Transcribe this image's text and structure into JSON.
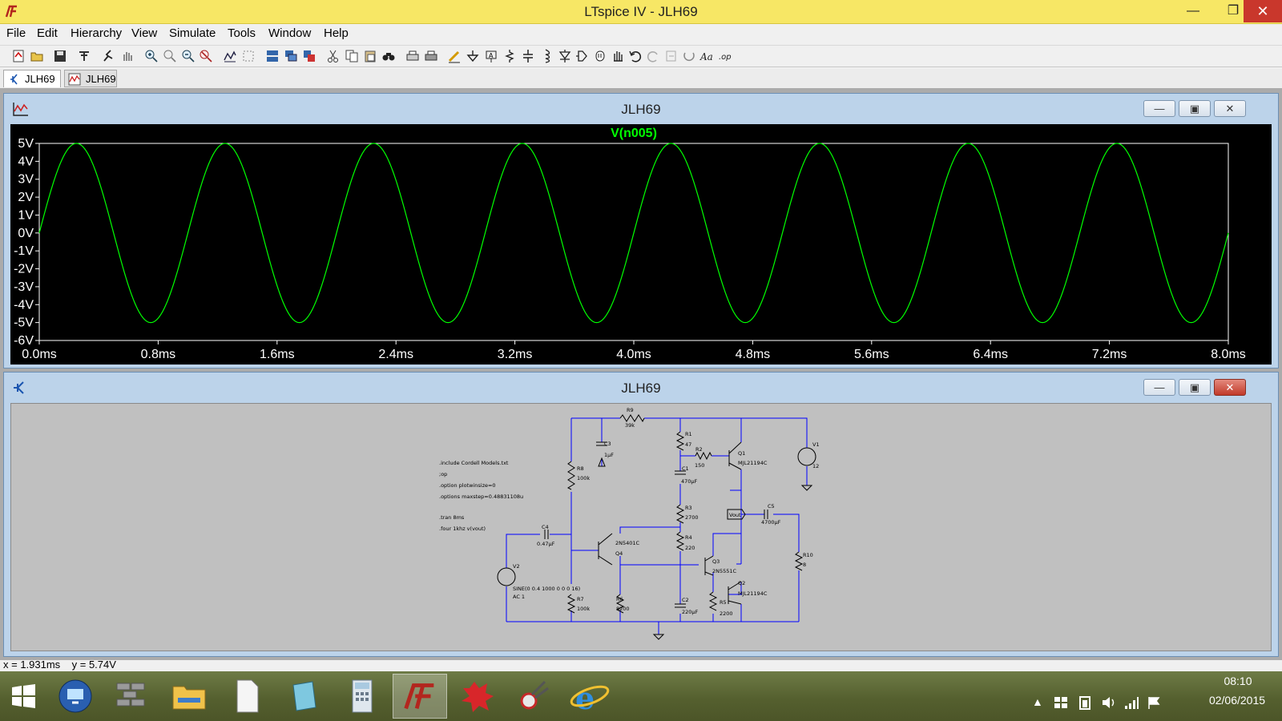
{
  "window": {
    "title": "LTspice IV - JLH69"
  },
  "menu": [
    "File",
    "Edit",
    "Hierarchy",
    "View",
    "Simulate",
    "Tools",
    "Window",
    "Help"
  ],
  "tabs": [
    {
      "label": "JLH69",
      "kind": "schematic"
    },
    {
      "label": "JLH69",
      "kind": "waveform"
    }
  ],
  "waveform_window": {
    "title": "JLH69"
  },
  "schematic_window": {
    "title": "JLH69"
  },
  "chart_data": {
    "type": "line",
    "title": "V(n005)",
    "series": [
      {
        "name": "V(n005)",
        "function": "sine",
        "amplitude": 5,
        "offset": 0,
        "frequency_hz": 1000,
        "color": "#00ff00"
      }
    ],
    "xlim": [
      0,
      8.0
    ],
    "ylim": [
      -6,
      5
    ],
    "x_ticks": [
      "0.0ms",
      "0.8ms",
      "1.6ms",
      "2.4ms",
      "3.2ms",
      "4.0ms",
      "4.8ms",
      "5.6ms",
      "6.4ms",
      "7.2ms",
      "8.0ms"
    ],
    "y_ticks": [
      "5V",
      "4V",
      "3V",
      "2V",
      "1V",
      "0V",
      "-1V",
      "-2V",
      "-3V",
      "-4V",
      "-5V",
      "-6V"
    ],
    "background": "#000000",
    "grid": false
  },
  "schematic": {
    "directives": [
      ".include Cordell Models.txt",
      ";op",
      ".option plotwinsize=0",
      ".options maxstep=0.48831108u",
      ".tran 8ms",
      ".four 1khz v(vout)"
    ],
    "components": {
      "r9": {
        "name": "R9",
        "value": "39k"
      },
      "c3": {
        "name": "C3",
        "value": "1µF"
      },
      "r8": {
        "name": "R8",
        "value": "100k"
      },
      "r1": {
        "name": "R1",
        "value": "47"
      },
      "r2": {
        "name": "R2",
        "value": "150"
      },
      "c1": {
        "name": "C1",
        "value": "470µF"
      },
      "q1": {
        "name": "Q1",
        "value": "MJL21194C"
      },
      "v1": {
        "name": "V1",
        "value": "12"
      },
      "r3": {
        "name": "R3",
        "value": "2700"
      },
      "vout": {
        "name": "Vout"
      },
      "c5": {
        "name": "C5",
        "value": "4700µF"
      },
      "c4": {
        "name": "C4",
        "value": "0.47µF"
      },
      "q4": {
        "name": "Q4",
        "value": "2N5401C"
      },
      "r4": {
        "name": "R4",
        "value": "220"
      },
      "r10": {
        "name": "R10",
        "value": "8"
      },
      "q3": {
        "name": "Q3",
        "value": "2N5551C"
      },
      "v2": {
        "name": "V2",
        "value": "SINE(0 0.4 1000 0 0 0 16)",
        "ac": "AC 1"
      },
      "q2": {
        "name": "Q2",
        "value": "MJL21194C"
      },
      "r7": {
        "name": "R7",
        "value": "100k"
      },
      "r6": {
        "name": "R6",
        "value": "8200"
      },
      "c2": {
        "name": "C2",
        "value": "220µF"
      },
      "r5": {
        "name": "R5",
        "value": "2200"
      }
    }
  },
  "status": {
    "text": "x = 1.931ms    y = 5.74V"
  },
  "clock": {
    "time": "08:10",
    "date": "02/06/2015"
  },
  "colors": {
    "titlebar": "#f7e765",
    "trace": "#00ff00",
    "wire": "#0000ff",
    "plot_bg": "#000000",
    "schematic_bg": "#c0c0c0"
  }
}
